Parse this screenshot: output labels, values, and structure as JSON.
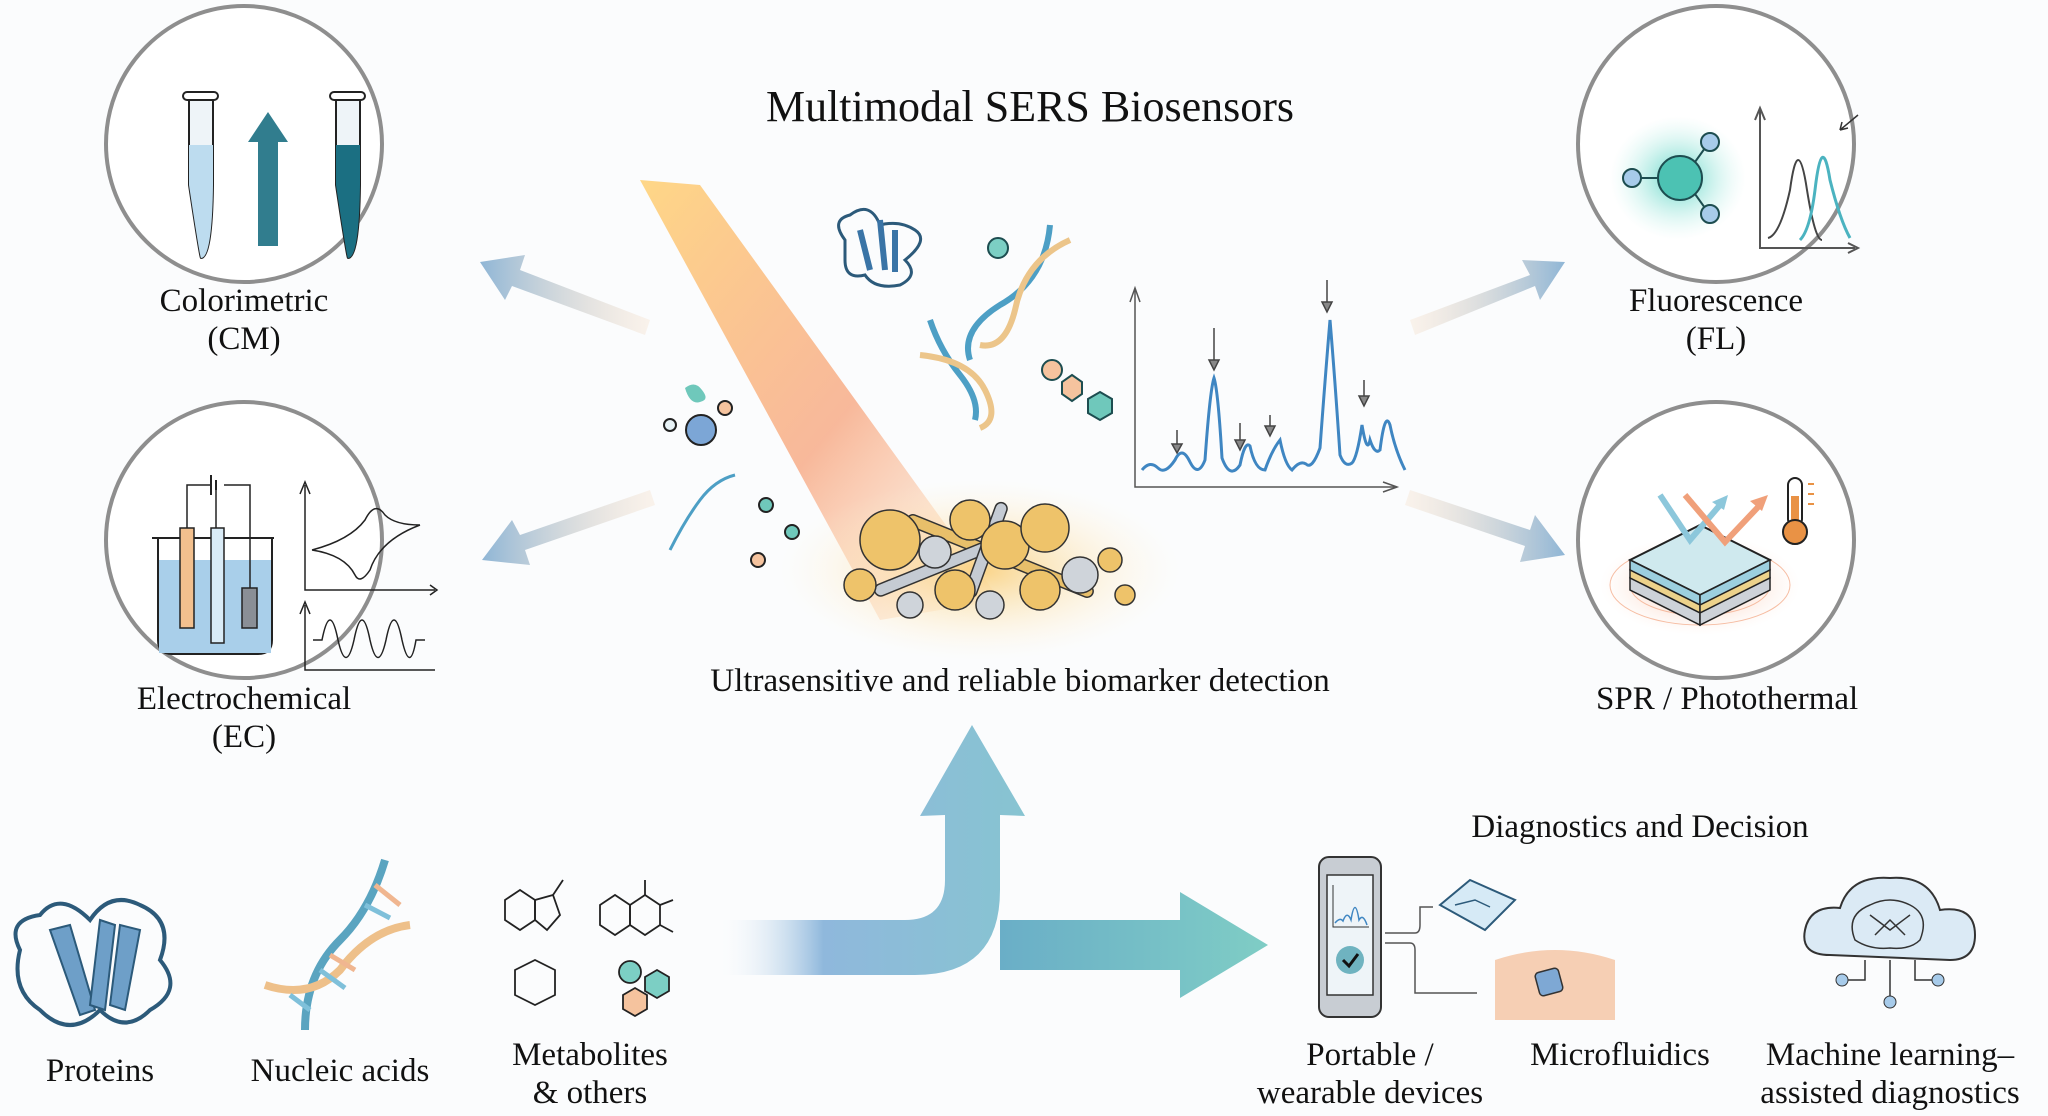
{
  "title": "Multimodal SERS Biosensors",
  "center_caption": "Ultrasensitive and reliable biomarker detection",
  "modes": {
    "colorimetric": {
      "line1": "Colorimetric",
      "line2": "(CM)",
      "icon": "tube-color-change-icon"
    },
    "electrochemical": {
      "line1": "Electrochemical",
      "line2": "(EC)",
      "icon": "electrochemical-cell-icon"
    },
    "fluorescence": {
      "line1": "Fluorescence",
      "line2": "(FL)",
      "icon": "fluorophore-icon"
    },
    "spr": {
      "line1": "SPR / Photothermal",
      "icon": "plasmonic-chip-icon"
    }
  },
  "biomarkers": [
    {
      "label": "Proteins",
      "icon": "protein-icon"
    },
    {
      "label": "Nucleic acids",
      "icon": "dna-icon"
    },
    {
      "label_line1": "Metabolites",
      "label_line2": "& others",
      "icon": "metabolite-icon"
    }
  ],
  "diagnostics": {
    "heading": "Diagnostics and Decision",
    "items": [
      {
        "label_line1": "Portable /",
        "label_line2": "wearable devices",
        "icon": "smartphone-icon"
      },
      {
        "label_line1": "Microfluidics",
        "icon": "microfluidic-chip-icon"
      },
      {
        "label_line1": "Machine learning–",
        "label_line2": "assisted diagnostics",
        "icon": "cloud-brain-icon"
      }
    ]
  },
  "colors": {
    "arrow_blue": "#8fb6d6",
    "teal": "#1f7f8f",
    "gold": "#e8b84a",
    "spectrum_blue": "#3f86c2",
    "circle_border": "#8e8e8e"
  }
}
